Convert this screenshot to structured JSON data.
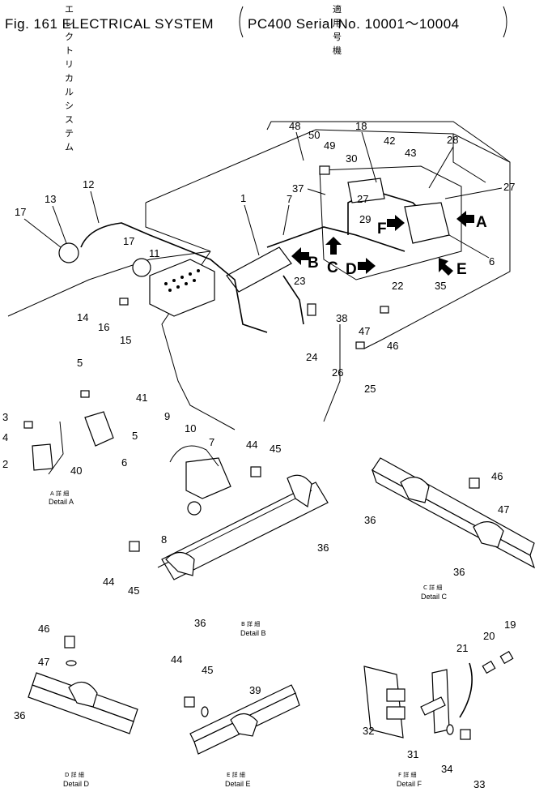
{
  "header": {
    "jp_title": "エレクトリカル システム",
    "en_title": "Fig. 161 ELECTRICAL SYSTEM",
    "jp_applicability": "適用号機",
    "serial": "PC400 Serial No. 10001～10004"
  },
  "arrows": [
    "A",
    "B",
    "C",
    "D",
    "E",
    "F"
  ],
  "details": [
    {
      "jp": "A 詳 細",
      "en": "Detail A"
    },
    {
      "jp": "B 詳 細",
      "en": "Detail B"
    },
    {
      "jp": "C 詳 細",
      "en": "Detail C"
    },
    {
      "jp": "D 詳 細",
      "en": "Detail D"
    },
    {
      "jp": "E 詳 細",
      "en": "Detail E"
    },
    {
      "jp": "F 詳 細",
      "en": "Detail F"
    }
  ],
  "callouts": {
    "main": [
      "1",
      "7",
      "11",
      "12",
      "13",
      "14",
      "15",
      "16",
      "17",
      "17",
      "18",
      "22",
      "23",
      "24",
      "25",
      "26",
      "27",
      "27",
      "28",
      "29",
      "30",
      "35",
      "37",
      "38",
      "42",
      "43",
      "46",
      "47",
      "48",
      "49",
      "50",
      "6"
    ],
    "detail_a": [
      "2",
      "3",
      "4",
      "5",
      "5",
      "6",
      "40",
      "41"
    ],
    "detail_b": [
      "7",
      "8",
      "9",
      "10",
      "36",
      "36",
      "44",
      "44",
      "45",
      "45"
    ],
    "detail_c": [
      "36",
      "36",
      "46",
      "47"
    ],
    "detail_d": [
      "36",
      "46",
      "47"
    ],
    "detail_e": [
      "39",
      "44",
      "45"
    ],
    "detail_f": [
      "19",
      "20",
      "21",
      "31",
      "32",
      "33",
      "34"
    ]
  }
}
